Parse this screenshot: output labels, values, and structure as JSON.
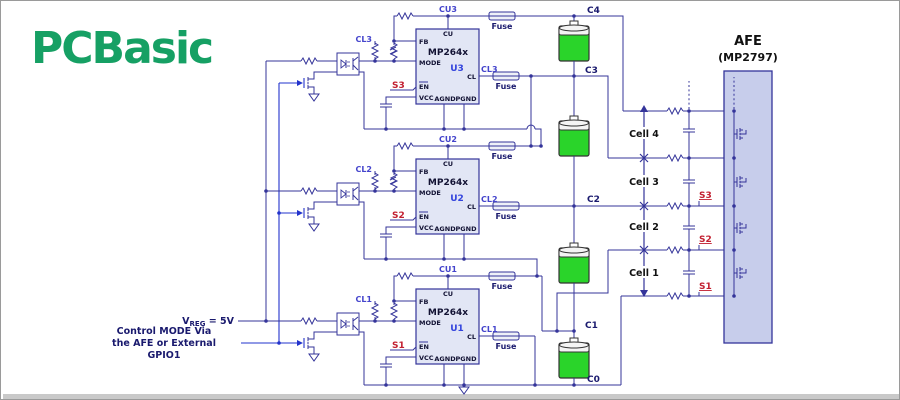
{
  "logo": {
    "text": "PCBasic",
    "color": "#16A064"
  },
  "annotations": {
    "vreg_v": "V",
    "vreg_sub": "REG",
    "vreg_rest": " = 5V",
    "control_line1": "Control MODE Via",
    "control_line2": "the AFE or External",
    "control_line3": "GPIO1"
  },
  "fuse_label": "Fuse",
  "chip_part": "MP264x",
  "pin_labels": {
    "fb": "FB",
    "mode": "MODE",
    "en": "EN",
    "vcc": "VCC",
    "cu": "CU",
    "cl": "CL",
    "agnd": "AGND",
    "pgnd": "PGND"
  },
  "chips": [
    {
      "ref": "U3",
      "cu": "CU3",
      "cl": "CL3",
      "s": "S3"
    },
    {
      "ref": "U2",
      "cu": "CU2",
      "cl": "CL2",
      "s": "S2"
    },
    {
      "ref": "U1",
      "cu": "CU1",
      "cl": "CL1",
      "s": "S1"
    }
  ],
  "nodes": {
    "c4": "C4",
    "c3": "C3",
    "c2": "C2",
    "c1": "C1",
    "c0": "C0"
  },
  "cells": [
    "Cell 4",
    "Cell 3",
    "Cell 2",
    "Cell 1"
  ],
  "afe": {
    "line1": "AFE",
    "line2": "(MP2797)"
  },
  "colors": {
    "wire": "#34349a",
    "net_label": "#4444cc",
    "s_label": "#c21f30",
    "battery_green": "#2ad42a",
    "chip_fill": "#e2e6f5",
    "afe_fill": "#c7cdeb",
    "logo_green": "#16A064"
  }
}
